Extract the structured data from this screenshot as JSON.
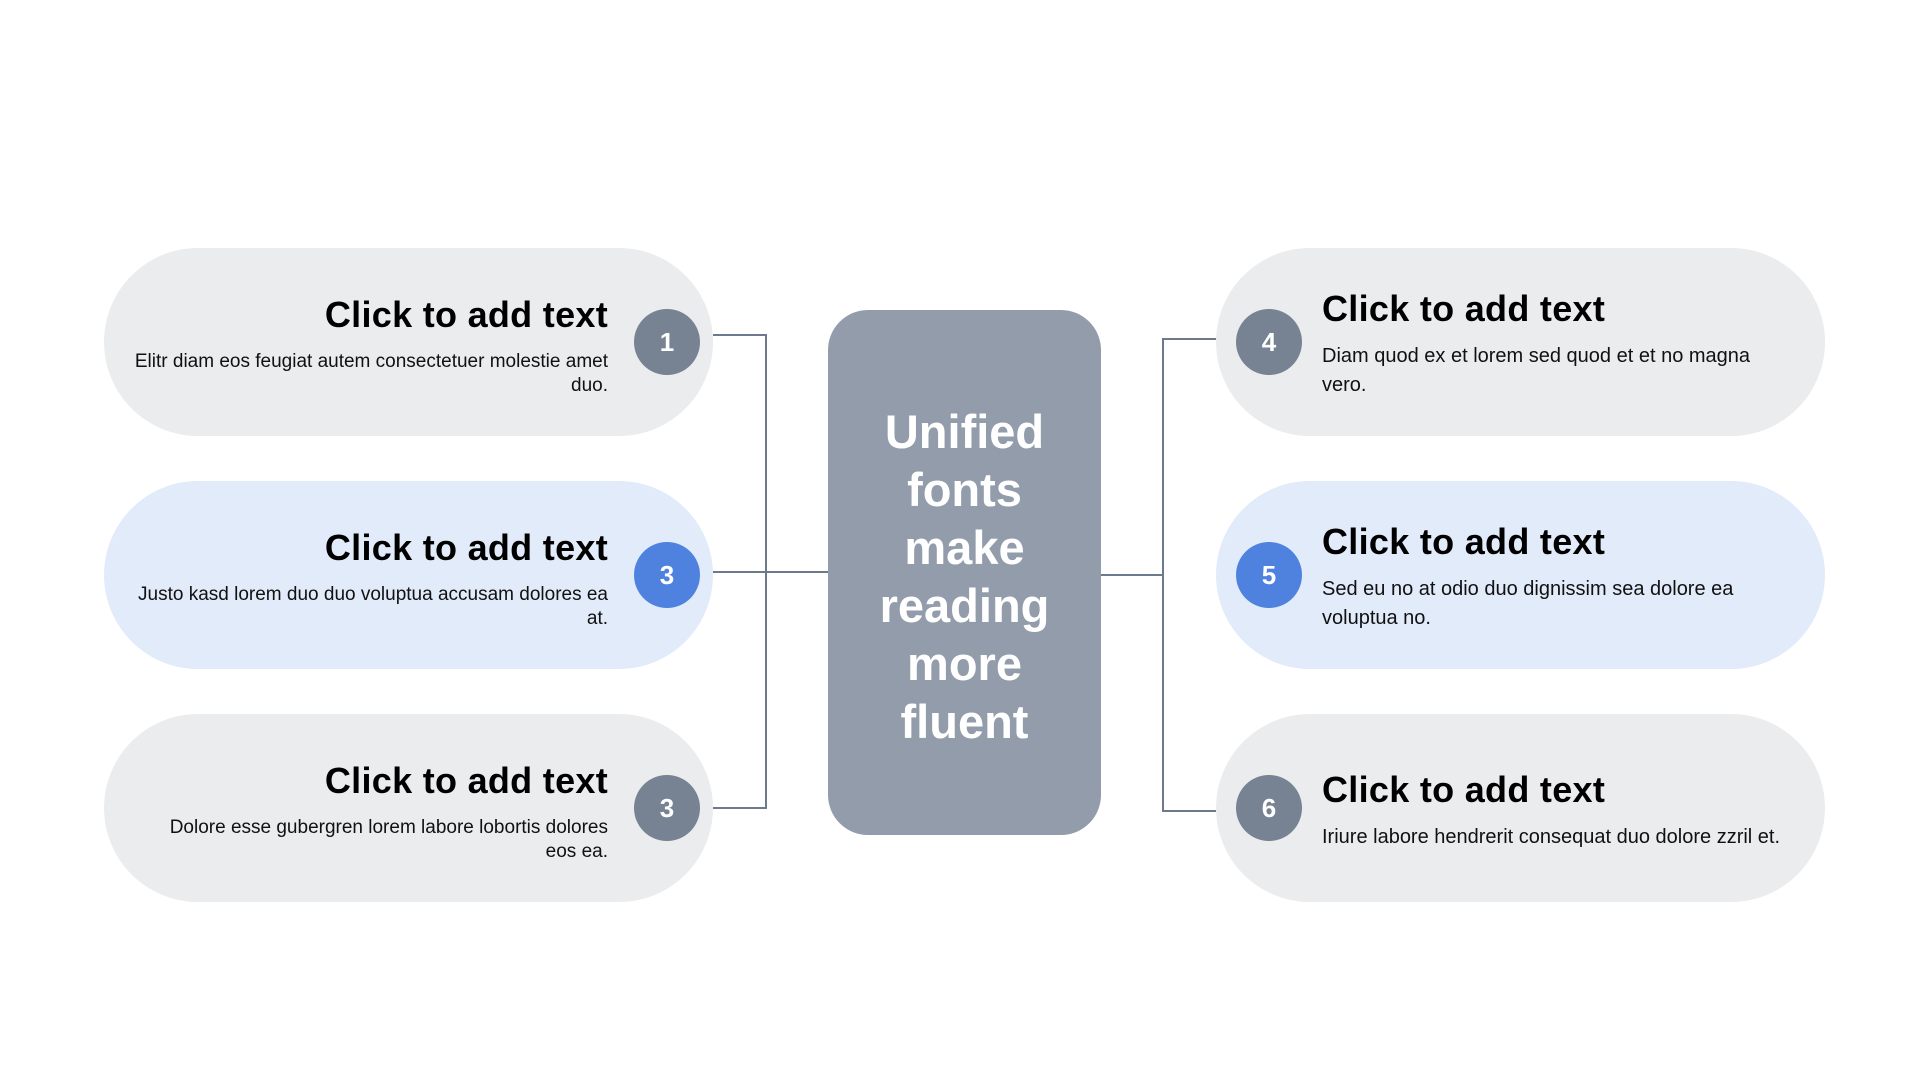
{
  "center": {
    "label": "Unified fonts make reading more fluent"
  },
  "items": [
    {
      "number": "1",
      "title": "Click to add text",
      "description": "Elitr diam eos feugiat autem consectetuer molestie amet duo."
    },
    {
      "number": "3",
      "title": "Click to add text",
      "description": "Justo kasd lorem duo duo voluptua accusam dolores ea at."
    },
    {
      "number": "3",
      "title": "Click to add text",
      "description": "Dolore esse gubergren lorem labore lobortis dolores eos ea."
    },
    {
      "number": "4",
      "title": "Click to add text",
      "description": "Diam quod ex et lorem sed quod et et no magna vero."
    },
    {
      "number": "5",
      "title": "Click to add text",
      "description": "Sed eu no at odio duo dignissim sea dolore ea voluptua no."
    },
    {
      "number": "6",
      "title": "Click to add text",
      "description": "Iriure labore hendrerit consequat duo dolore zzril et."
    }
  ],
  "colors": {
    "pill_default": "#ebecee",
    "pill_highlight": "#e2ebfa",
    "badge_default": "#778293",
    "badge_accent": "#4f82df",
    "center_box": "#939cab",
    "connector": "#6d7a8c"
  }
}
